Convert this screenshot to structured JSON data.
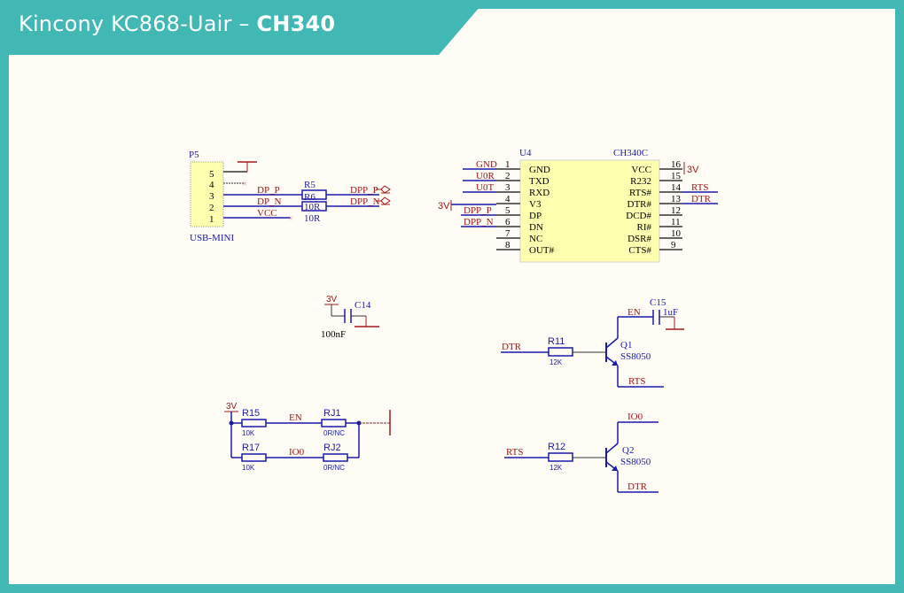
{
  "header": {
    "title_prefix": "Kincony KC868-Uair – ",
    "title_bold": "CH340"
  },
  "colors": {
    "frame": "#41b8b3",
    "paper": "#fffcf6",
    "ic_fill": "#ffffb0",
    "wire": "#1a1aa8",
    "net_label": "#a01818"
  },
  "usb": {
    "designator": "P5",
    "part": "USB-MINI",
    "pins": [
      "5",
      "4",
      "3",
      "2",
      "1"
    ],
    "nets": {
      "p3": "DP_P",
      "p2": "DP_N",
      "p1": "VCC"
    },
    "r5": "R5",
    "r6": "R6",
    "r6_value": "10R",
    "r5_value": "10R",
    "out_p": "DPP_P",
    "out_n": "DPP_N"
  },
  "u4": {
    "designator": "U4",
    "part": "CH340C",
    "left_pins": [
      {
        "num": "1",
        "name": "GND",
        "net": "GND"
      },
      {
        "num": "2",
        "name": "TXD",
        "net": "U0R"
      },
      {
        "num": "3",
        "name": "RXD",
        "net": "U0T"
      },
      {
        "num": "4",
        "name": "V3",
        "net": ""
      },
      {
        "num": "5",
        "name": "DP",
        "net": "DPP_P"
      },
      {
        "num": "6",
        "name": "DN",
        "net": "DPP_N"
      },
      {
        "num": "7",
        "name": "NC",
        "net": ""
      },
      {
        "num": "8",
        "name": "OUT#",
        "net": ""
      }
    ],
    "right_pins": [
      {
        "num": "16",
        "name": "VCC",
        "net": "3V"
      },
      {
        "num": "15",
        "name": "R232",
        "net": ""
      },
      {
        "num": "14",
        "name": "RTS#",
        "net": "RTS"
      },
      {
        "num": "13",
        "name": "DTR#",
        "net": "DTR"
      },
      {
        "num": "12",
        "name": "DCD#",
        "net": ""
      },
      {
        "num": "11",
        "name": "RI#",
        "net": ""
      },
      {
        "num": "10",
        "name": "DSR#",
        "net": ""
      },
      {
        "num": "9",
        "name": "CTS#",
        "net": ""
      }
    ],
    "v3_power": "3V"
  },
  "c14": {
    "designator": "C14",
    "value": "100nF",
    "power": "3V"
  },
  "q1": {
    "designator": "Q1",
    "part": "SS8050",
    "base_net": "DTR",
    "r": "R11",
    "r_value": "12K",
    "collector_net": "EN",
    "emitter_net": "RTS",
    "cap": "C15",
    "cap_value": "1uF"
  },
  "q2": {
    "designator": "Q2",
    "part": "SS8050",
    "base_net": "RTS",
    "r": "R12",
    "r_value": "12K",
    "collector_net": "IO0",
    "emitter_net": "DTR"
  },
  "pullups": {
    "power": "3V",
    "r15": "R15",
    "r15_value": "10K",
    "net1": "EN",
    "rj1": "RJ1",
    "rj1_value": "0R/NC",
    "r17": "R17",
    "r17_value": "10K",
    "net2": "IO0",
    "rj2": "RJ2",
    "rj2_value": "0R/NC"
  }
}
